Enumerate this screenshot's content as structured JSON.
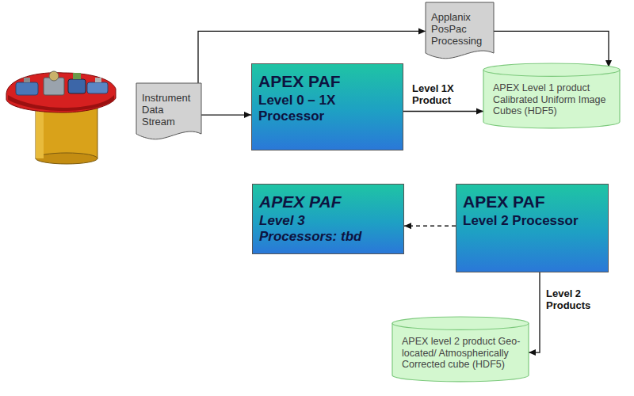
{
  "diagram": {
    "nodes": [
      {
        "text": [
          "Instrument Data Stream"
        ]
      },
      {
        "text": [
          "Applanix PosPac Processing"
        ]
      },
      {
        "text": [
          "APEX PAF",
          "Level 0 – 1X Processor"
        ]
      },
      {
        "text": [
          "APEX Level 1 product Calibrated Uniform Image Cubes (HDF5)"
        ]
      },
      {
        "text": [
          "APEX PAF",
          "Level 3 Processors: tbd"
        ]
      },
      {
        "text": [
          "APEX PAF",
          "Level 2 Processor"
        ]
      },
      {
        "text": [
          "APEX level 2 product Geo-located/ Atmospherically Corrected cube (HDF5)"
        ]
      }
    ],
    "edges": [
      {
        "from": 0,
        "to": 2,
        "arrow": "to"
      },
      {
        "from": 0,
        "to": 1,
        "arrow": "to"
      },
      {
        "from": 1,
        "to": 3,
        "arrow": "to"
      },
      {
        "from": 2,
        "to": 3,
        "label": "Level 1X Product",
        "arrow": "to"
      },
      {
        "from": 5,
        "to": 4,
        "arrow": "to"
      },
      {
        "from": 5,
        "to": 6,
        "label": "Level 2 Products",
        "arrow": "to"
      }
    ]
  }
}
